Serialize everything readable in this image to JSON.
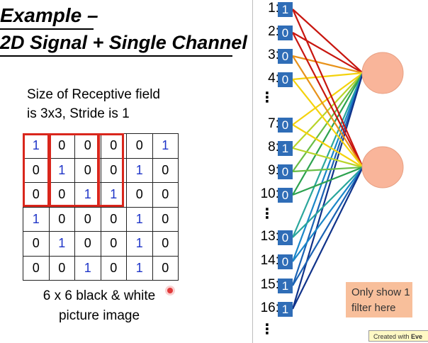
{
  "title": {
    "line1": "Example –",
    "line2": "2D Signal + Single Channel"
  },
  "receptive_field": {
    "line1": "Size of Receptive field",
    "line2": "is 3x3, Stride is 1"
  },
  "grid": [
    [
      1,
      0,
      0,
      0,
      0,
      1
    ],
    [
      0,
      1,
      0,
      0,
      1,
      0
    ],
    [
      0,
      0,
      1,
      1,
      0,
      0
    ],
    [
      1,
      0,
      0,
      0,
      1,
      0
    ],
    [
      0,
      1,
      0,
      0,
      1,
      0
    ],
    [
      0,
      0,
      1,
      0,
      1,
      0
    ]
  ],
  "caption": {
    "line1": "6 x 6 black & white",
    "line2": "picture image"
  },
  "inputs": [
    {
      "label": "1:",
      "value": "1"
    },
    {
      "label": "2:",
      "value": "0"
    },
    {
      "label": "3:",
      "value": "0"
    },
    {
      "label": "4:",
      "value": "0"
    },
    {
      "label": "7:",
      "value": "0"
    },
    {
      "label": "8:",
      "value": "1"
    },
    {
      "label": "9:",
      "value": "0"
    },
    {
      "label": "10:",
      "value": "0"
    },
    {
      "label": "13:",
      "value": "0"
    },
    {
      "label": "14:",
      "value": "0"
    },
    {
      "label": "15:",
      "value": "1"
    },
    {
      "label": "16:",
      "value": "1"
    }
  ],
  "note": {
    "line1": "Only show 1",
    "line2": "filter here"
  },
  "watermark": {
    "prefix": "Created with ",
    "brand": "Eve"
  },
  "colors": {
    "grid_one": "#1f35c8",
    "highlight": "#d9261c",
    "input_box": "#2f6db7",
    "neuron": "#f9b59a",
    "note_bg": "#f8bf9b",
    "edges": [
      "#c8160f",
      "#c8160f",
      "#e8921a",
      "#f4d20d",
      "#f4d20d",
      "#b8d429",
      "#69bd45",
      "#2ca24f",
      "#2aa69c",
      "#1a86c8",
      "#1a62b4",
      "#10338a"
    ]
  }
}
